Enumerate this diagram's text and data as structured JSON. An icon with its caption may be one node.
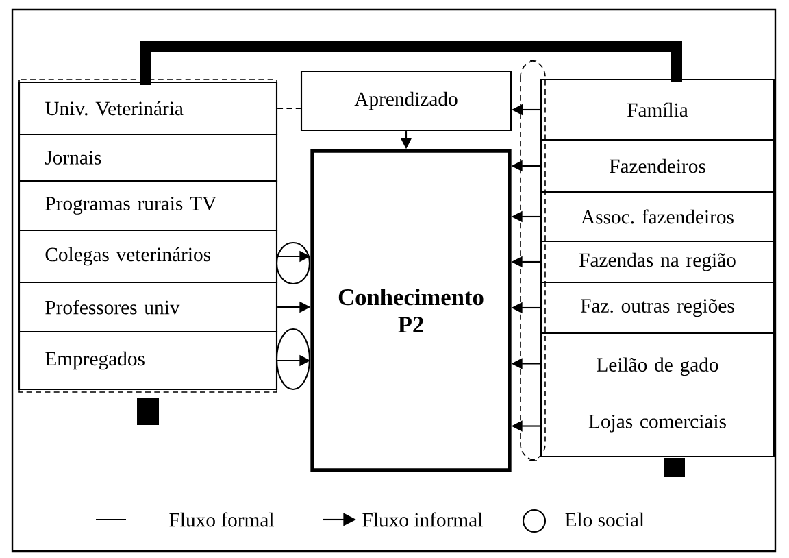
{
  "diagram": {
    "nodes": [
      {
        "text": [
          "Univ. Veterinária"
        ]
      },
      {
        "text": [
          "Jornais"
        ]
      },
      {
        "text": [
          "Programas rurais TV"
        ]
      },
      {
        "text": [
          "Colegas veterinários"
        ]
      },
      {
        "text": [
          "Professores univ"
        ]
      },
      {
        "text": [
          "Empregados"
        ]
      },
      {
        "text": [
          "Aprendizado"
        ]
      },
      {
        "text": [
          "Conhecimento P2"
        ]
      },
      {
        "text": [
          "Família"
        ]
      },
      {
        "text": [
          "Fazendeiros"
        ]
      },
      {
        "text": [
          "Assoc. fazendeiros"
        ]
      },
      {
        "text": [
          "Fazendas na região"
        ]
      },
      {
        "text": [
          "Faz. outras regiões"
        ]
      },
      {
        "text": [
          "Leilão de gado",
          "Lojas comerciais"
        ]
      }
    ],
    "edges": [
      {
        "from": 0,
        "to": 6,
        "arrow": "none",
        "style": "dashed"
      },
      {
        "from": 6,
        "to": 7,
        "arrow": "to"
      },
      {
        "from": 3,
        "to": 7,
        "arrow": "to"
      },
      {
        "from": 4,
        "to": 7,
        "arrow": "to"
      },
      {
        "from": 5,
        "to": 7,
        "arrow": "to"
      },
      {
        "from": 8,
        "to": 6,
        "arrow": "to"
      },
      {
        "from": 9,
        "to": 7,
        "arrow": "to"
      },
      {
        "from": 10,
        "to": 7,
        "arrow": "to"
      },
      {
        "from": 11,
        "to": 7,
        "arrow": "to"
      },
      {
        "from": 12,
        "to": 7,
        "arrow": "to"
      },
      {
        "from": 13,
        "to": 7,
        "arrow": "to"
      },
      {
        "from": 13,
        "to": 7,
        "arrow": "to"
      }
    ],
    "legend": [
      {
        "text": "Fluxo formal"
      },
      {
        "text": "Fluxo informal"
      },
      {
        "text": "Elo social"
      }
    ]
  }
}
